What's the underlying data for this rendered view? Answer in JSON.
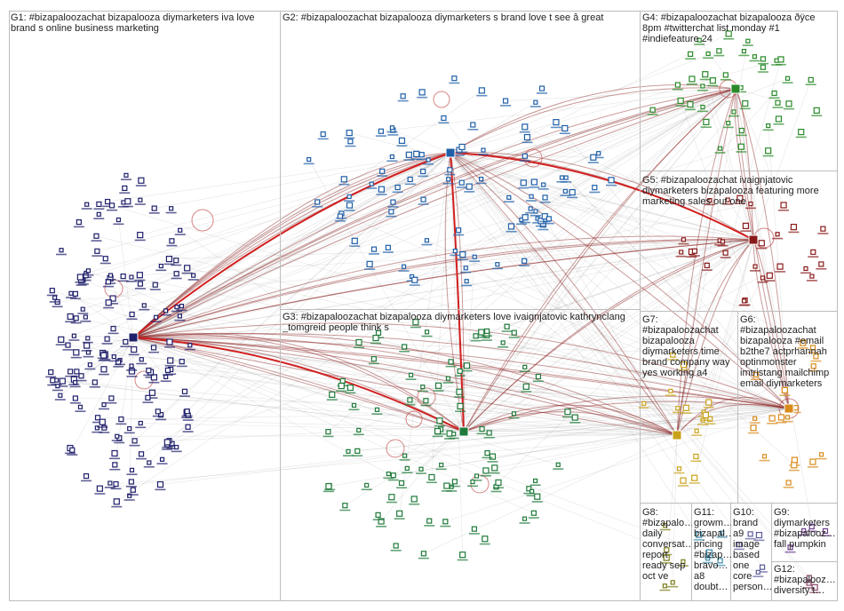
{
  "groups": [
    {
      "id": "G1",
      "label": "G1: #bizapaloozachat bizapalooza diymarketers iva love brand s online business marketing",
      "color": "#1f1f6b"
    },
    {
      "id": "G2",
      "label": "G2: #bizapaloozachat bizapalooza diymarketers s brand love t see â great",
      "color": "#1f5fa8"
    },
    {
      "id": "G3",
      "label": "G3: #bizapaloozachat bizapalooza diymarketers love ivaignjatovic kathrynclang _tomgreid people think s",
      "color": "#1f7a3a"
    },
    {
      "id": "G4",
      "label": "G4: #bizapaloozachat bizapalooza ðÿce 8pm #twitterchat list monday #1 #indiefeature 24",
      "color": "#2a8a2a"
    },
    {
      "id": "G5",
      "label": "G5: #bizapaloozachat ivaignjatovic diymarketers bizapalooza featuring more marketing sales out one",
      "color": "#8a1a1a"
    },
    {
      "id": "G6",
      "label": "G6:\n#bizapaloozachat\nbizapalooza #email\nb2the7 actprhannah\noptinmonster\nimtristang mailchimp\nemail diymarketers",
      "color": "#d98a1a"
    },
    {
      "id": "G7",
      "label": "G7:\n#bizapaloozachat\nbizapalooza\ndiymarketers time\nbrand company way\nyes working a4",
      "color": "#c9a21a"
    },
    {
      "id": "G8",
      "label": "G8:\n#bizapalo…\ndaily\nconversat…\nreport\nready sep\noct ve",
      "color": "#7a7a1a"
    },
    {
      "id": "G9",
      "label": "G9:\ndiymarketers\n#bizapalooz…\nfall pumpkin",
      "color": "#6a3a8a"
    },
    {
      "id": "G10",
      "label": "G10:\nbrand\na9\nimage\nbased\none\ncore\nperson…",
      "color": "#5a5a9a"
    },
    {
      "id": "G11",
      "label": "G11:\ngrowm…\nbizapal…\npricing\n#bizap…\nbravo…\na8\ndoubt…",
      "color": "#3a8aaa"
    },
    {
      "id": "G12",
      "label": "G12:\n#bizapalooz…\ndiversity t…",
      "color": "#8a4a6a"
    }
  ]
}
